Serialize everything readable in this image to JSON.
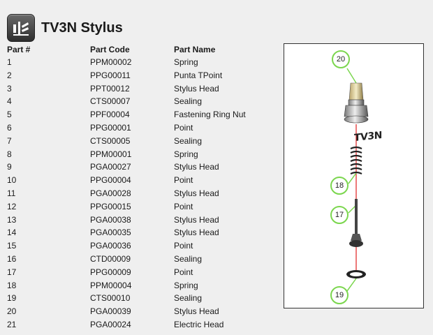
{
  "header": {
    "title": "TV3N Stylus",
    "icon": "stylus-app-icon"
  },
  "table": {
    "columns": {
      "part_no": "Part #",
      "part_code": "Part Code",
      "part_name": "Part Name"
    },
    "rows": [
      {
        "n": "1",
        "code": "PPM00002",
        "name": "Spring"
      },
      {
        "n": "2",
        "code": "PPG00011",
        "name": "Punta TPoint"
      },
      {
        "n": "3",
        "code": "PPT00012",
        "name": "Stylus Head"
      },
      {
        "n": "4",
        "code": "CTS00007",
        "name": "Sealing"
      },
      {
        "n": "5",
        "code": "PPF00004",
        "name": "Fastening Ring Nut"
      },
      {
        "n": "6",
        "code": "PPG00001",
        "name": "Point"
      },
      {
        "n": "7",
        "code": "CTS00005",
        "name": "Sealing"
      },
      {
        "n": "8",
        "code": "PPM00001",
        "name": "Spring"
      },
      {
        "n": "9",
        "code": "PGA00027",
        "name": "Stylus Head"
      },
      {
        "n": "10",
        "code": "PPG00004",
        "name": "Point"
      },
      {
        "n": "11",
        "code": "PGA00028",
        "name": "Stylus Head"
      },
      {
        "n": "12",
        "code": "PPG00015",
        "name": "Point"
      },
      {
        "n": "13",
        "code": "PGA00038",
        "name": "Stylus Head"
      },
      {
        "n": "14",
        "code": "PGA00035",
        "name": "Stylus Head"
      },
      {
        "n": "15",
        "code": "PGA00036",
        "name": "Point"
      },
      {
        "n": "16",
        "code": "CTD00009",
        "name": "Sealing"
      },
      {
        "n": "17",
        "code": "PPG00009",
        "name": "Point"
      },
      {
        "n": "18",
        "code": "PPM00004",
        "name": "Spring"
      },
      {
        "n": "19",
        "code": "CTS00010",
        "name": "Sealing"
      },
      {
        "n": "20",
        "code": "PGA00039",
        "name": "Stylus Head"
      },
      {
        "n": "21",
        "code": "PGA00024",
        "name": "Electric Head"
      }
    ]
  },
  "diagram": {
    "brand_mark": "TV3N",
    "callouts": [
      "20",
      "18",
      "17",
      "19"
    ],
    "callout_color": "#7bd64e",
    "axis_color": "#e02020"
  }
}
